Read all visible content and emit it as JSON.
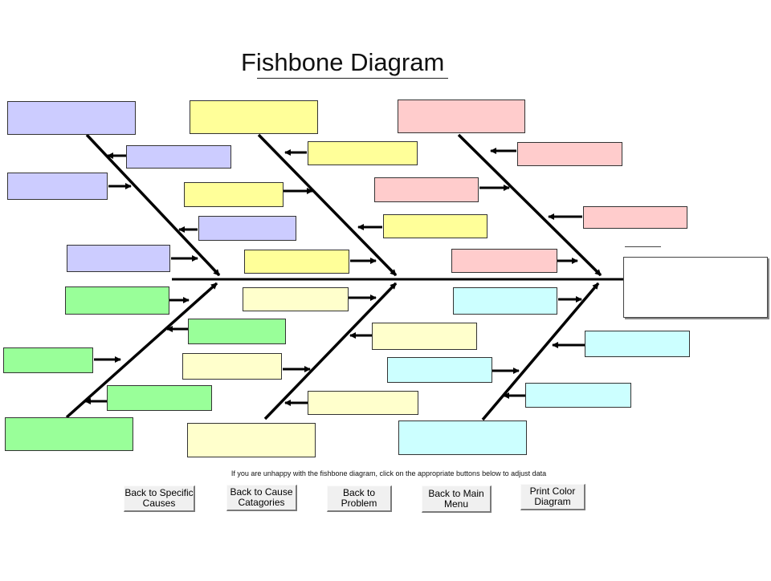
{
  "title": "Fishbone Diagram",
  "instruction": "If you are unhappy with the fishbone diagram, click on the appropriate buttons below to adjust data",
  "colors": {
    "lavender": "#ccccff",
    "yellow": "#ffff99",
    "pink": "#ffcccc",
    "green": "#99ff99",
    "cream": "#ffffcc",
    "cyan": "#ccffff",
    "line": "#000000"
  },
  "buttons": [
    {
      "label": "Back to Specific\nCauses",
      "name": "back-to-specific-causes-button"
    },
    {
      "label": "Back to Cause\nCatagories",
      "name": "back-to-cause-catagories-button"
    },
    {
      "label": "Back to\nProblem",
      "name": "back-to-problem-button"
    },
    {
      "label": "Back to Main\nMenu",
      "name": "back-to-main-menu-button"
    },
    {
      "label": "Print Color\nDiagram",
      "name": "print-color-diagram-button"
    }
  ]
}
